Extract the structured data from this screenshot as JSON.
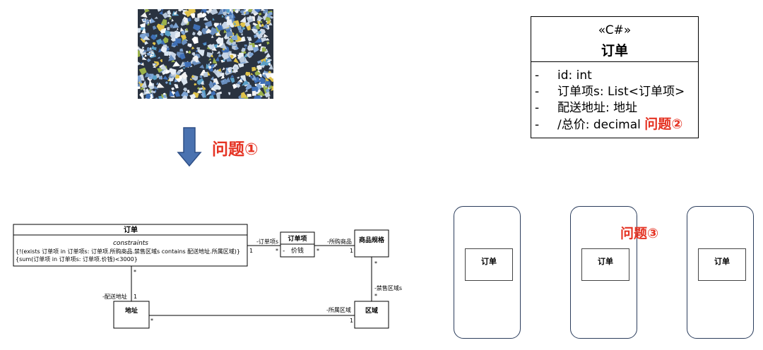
{
  "annotations": {
    "q1": "问题①",
    "q2": "问题②",
    "q3": "问题③"
  },
  "csharp_class": {
    "stereotype": "«C#»",
    "name": "订单",
    "attributes": [
      {
        "vis": "-",
        "text": "id: int"
      },
      {
        "vis": "-",
        "text": "订单项s: List<订单项>"
      },
      {
        "vis": "-",
        "text": "配送地址: 地址"
      },
      {
        "vis": "-",
        "text": "/总价: decimal"
      }
    ]
  },
  "uml": {
    "order": {
      "name": "订单",
      "constraints_title": "constraints",
      "constraint1": "{!(exists 订单项 in 订单项s: 订单项.所购商品.禁售区域s contains 配送地址.所属区域)}",
      "constraint2": "{sum(订单项 in 订单项s: 订单项.价钱)<3000}"
    },
    "order_item": {
      "name": "订单项",
      "vis": "-",
      "attr": "价钱"
    },
    "product_spec": {
      "name": "商品规格"
    },
    "address": {
      "name": "地址"
    },
    "region": {
      "name": "区域"
    },
    "labels": {
      "order_items_role": "-订单项s",
      "order_mult": "1",
      "order_items_mult": "*",
      "purchased_role": "-所购商品",
      "item_side_mult": "*",
      "product_side_mult": "1",
      "order_bottom_mult": "*",
      "address_role": "-配送地址",
      "address_top_mult": "1",
      "product_bottom_mult": "*",
      "forbidden_role": "-禁售区域s",
      "region_top_mult": "*",
      "region_role": "-所属区域",
      "address_right_mult": "*",
      "region_left_mult": "1"
    }
  },
  "phones": [
    {
      "label": "订单"
    },
    {
      "label": "订单"
    },
    {
      "label": "订单"
    }
  ],
  "colors": {
    "annotation": "#e53323",
    "arrow": "#4a72b0",
    "phone_border": "#2b3d5c"
  }
}
